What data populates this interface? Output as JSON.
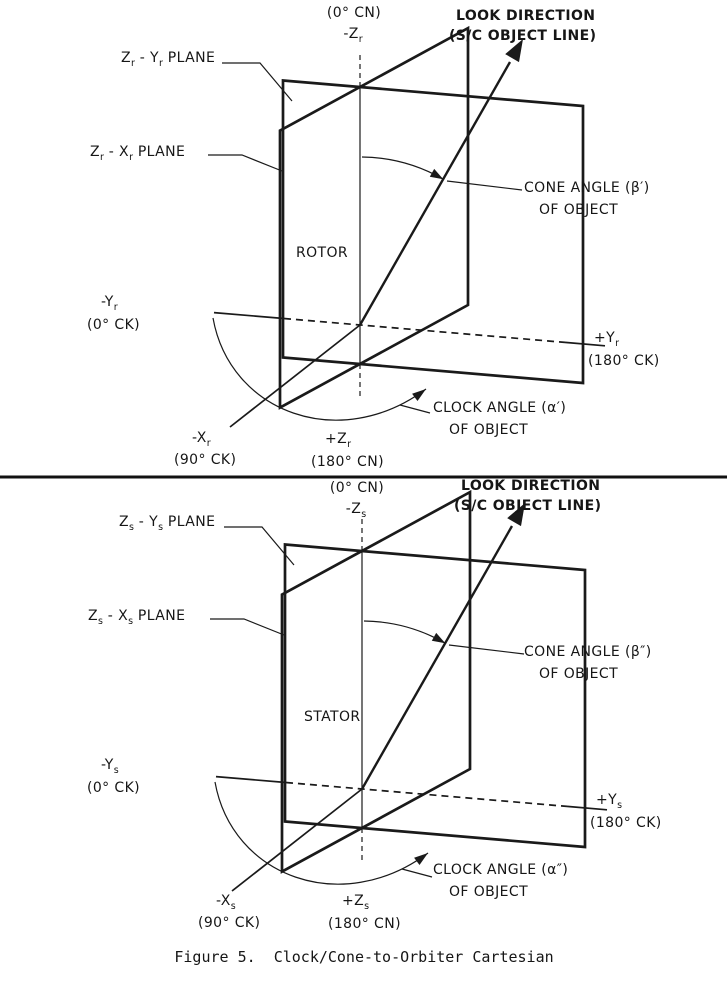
{
  "figure": {
    "caption": "Figure 5.  Clock/Cone-to-Orbiter Cartesian"
  },
  "rotor": {
    "title": "ROTOR",
    "zero_cn": "(0° CN)",
    "neg_z": "-Z_r",
    "look_direction_1": "LOOK DIRECTION",
    "look_direction_2": "(S/C OBJECT LINE)",
    "zy_plane": "Z_r - Y_r PLANE",
    "zx_plane": "Z_r - X_r PLANE",
    "cone_angle_1": "CONE ANGLE (β′)",
    "cone_angle_2": "OF OBJECT",
    "neg_y": "-Y_r",
    "neg_y_deg": "(0° CK)",
    "pos_y": "+Y_r",
    "pos_y_deg": "(180° CK)",
    "clock_angle_1": "CLOCK ANGLE (α′)",
    "clock_angle_2": "OF OBJECT",
    "neg_x": "-X_r",
    "neg_x_deg": "(90° CK)",
    "pos_z": "+Z_r",
    "pos_z_deg": "(180° CN)"
  },
  "stator": {
    "title": "STATOR",
    "zero_cn": "(0° CN)",
    "neg_z": "-Z_s",
    "look_direction_1": "LOOK DIRECTION",
    "look_direction_2": "(S/C OBJECT LINE)",
    "zy_plane": "Z_s - Y_s PLANE",
    "zx_plane": "Z_s - X_s PLANE",
    "cone_angle_1": "CONE ANGLE (β″)",
    "cone_angle_2": "OF OBJECT",
    "neg_y": "-Y_s",
    "neg_y_deg": "(0° CK)",
    "pos_y": "+Y_s",
    "pos_y_deg": "(180° CK)",
    "clock_angle_1": "CLOCK ANGLE (α″)",
    "clock_angle_2": "OF OBJECT",
    "neg_x": "-X_s",
    "neg_x_deg": "(90° CK)",
    "pos_z": "+Z_s",
    "pos_z_deg": "(180° CN)"
  }
}
